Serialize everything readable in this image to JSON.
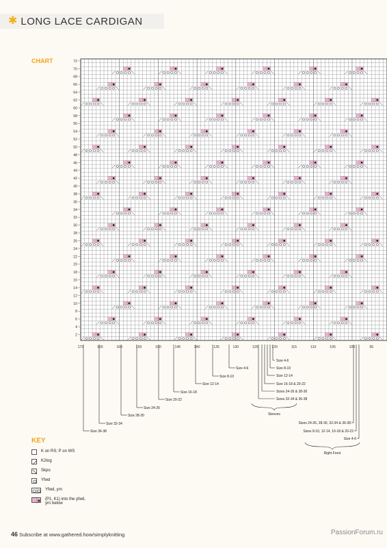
{
  "header": {
    "title": "LONG LACE CARDIGAN"
  },
  "chart": {
    "label": "CHART"
  },
  "row_numbers": [
    "72",
    "70",
    "68",
    "66",
    "64",
    "62",
    "60",
    "58",
    "56",
    "54",
    "52",
    "50",
    "48",
    "46",
    "44",
    "42",
    "40",
    "38",
    "36",
    "34",
    "32",
    "30",
    "28",
    "26",
    "24",
    "22",
    "20",
    "18",
    "16",
    "14",
    "12",
    "10",
    "8",
    "6",
    "4",
    "2"
  ],
  "stitch_numbers": [
    "170",
    "165",
    "160",
    "155",
    "150",
    "145",
    "140",
    "135",
    "130",
    "125",
    "120",
    "115",
    "110",
    "105",
    "100",
    "95"
  ],
  "size_labels": {
    "left": [
      "Size 36-38",
      "Size 32-34",
      "Size 28-30",
      "Size 24-26",
      "Size 20-22",
      "Size 16-18",
      "Size 12-14",
      "Size 8-10",
      "Size 4-6"
    ],
    "sleeves": [
      "Size 4-6",
      "Size 8-10",
      "Size 12-14",
      "Size 16-18 & 20-22",
      "Sizes 24-26 & 28-30",
      "Sizes 32-34 & 36-38"
    ],
    "sleeves_title": "Sleeves",
    "front": [
      "Sizes 24-26, 28-30, 32-34 & 36-38",
      "Sizes 8-10, 12-14, 16-18 & 20-22",
      "Size 4-6"
    ],
    "front_title": "Right Front"
  },
  "key": {
    "title": "KEY",
    "items": [
      {
        "label": "K on RS; P on WS",
        "icon": "blank-square-icon"
      },
      {
        "label": "K2tog",
        "icon": "k2tog-icon"
      },
      {
        "label": "Skpo",
        "icon": "skpo-icon"
      },
      {
        "label": "Yfwd",
        "icon": "yfwd-icon"
      },
      {
        "label": "Yfwd, yrn",
        "icon": "yfwd-yrn-icon"
      },
      {
        "label": "(P1, K1) into the yfwd, yrn below",
        "icon": "p1k1-icon"
      }
    ]
  },
  "footer": {
    "page": "46",
    "text": "Subscribe at www.gathered.how/simplyknitting"
  },
  "watermark": "PassionForum.ru",
  "colors": {
    "accent": "#f0a51b",
    "pink": "#e9b3cf",
    "grid": "#444444"
  }
}
